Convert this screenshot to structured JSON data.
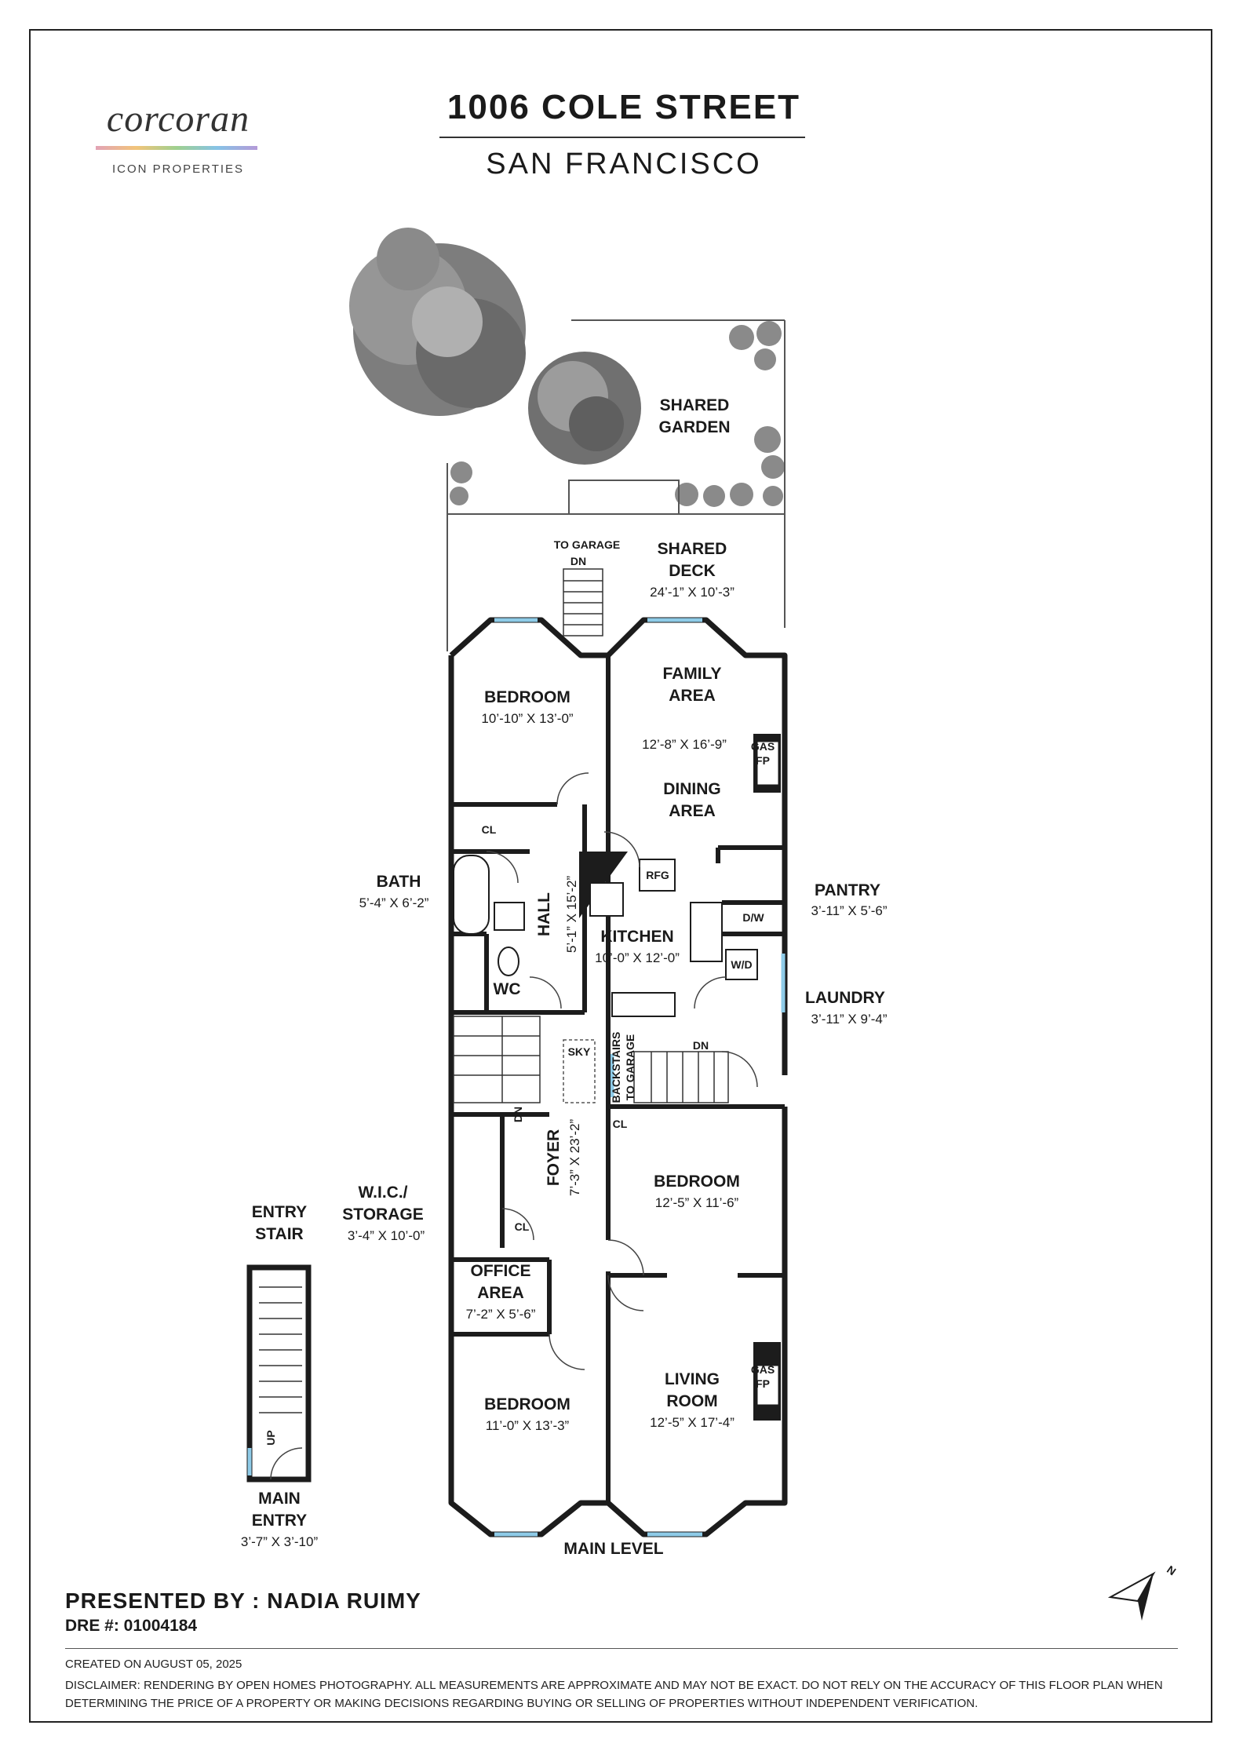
{
  "brand": {
    "name": "corcoran",
    "subtitle": "ICON PROPERTIES"
  },
  "header": {
    "address": "1006 COLE STREET",
    "city": "SAN FRANCISCO"
  },
  "rooms": {
    "shared_garden": {
      "line1": "SHARED",
      "line2": "GARDEN"
    },
    "shared_deck": {
      "line1": "SHARED",
      "line2": "DECK",
      "dims": "24’-1” X 10’-3”"
    },
    "to_garage": "TO GARAGE",
    "dn": "DN",
    "up": "UP",
    "bedroom_back": {
      "name": "BEDROOM",
      "dims": "10’-10” X 13’-0”"
    },
    "family_area": {
      "line1": "FAMILY",
      "line2": "AREA",
      "dims": "12’-8” X 16’-9”"
    },
    "dining_area": {
      "line1": "DINING",
      "line2": "AREA"
    },
    "gas_fp": {
      "line1": "GAS",
      "line2": "FP"
    },
    "cl": "CL",
    "bath": {
      "name": "BATH",
      "dims": "5’-4” X 6’-2”"
    },
    "hall": {
      "name": "HALL",
      "dims": "5’-1” X 15’-2”"
    },
    "rfg": "RFG",
    "kitchen": {
      "name": "KITCHEN",
      "dims": "10’-0” X 12’-0”"
    },
    "pantry": {
      "name": "PANTRY",
      "dims": "3’-11” X 5’-6”"
    },
    "dw": "D/W",
    "wd": "W/D",
    "wc": "WC",
    "laundry": {
      "name": "LAUNDRY",
      "dims": "3’-11” X 9’-4”"
    },
    "sky": "SKY",
    "backstairs": {
      "line1": "BACKSTAIRS",
      "line2": "TO GARAGE"
    },
    "wic": {
      "line1": "W.I.C./",
      "line2": "STORAGE",
      "dims": "3’-4” X 10’-0”"
    },
    "foyer": {
      "name": "FOYER",
      "dims": "7’-3” X 23’-2”"
    },
    "bedroom_mid": {
      "name": "BEDROOM",
      "dims": "12’-5” X 11’-6”"
    },
    "office": {
      "line1": "OFFICE",
      "line2": "AREA",
      "dims": "7’-2” X 5’-6”"
    },
    "bedroom_front": {
      "name": "BEDROOM",
      "dims": "11’-0” X 13’-3”"
    },
    "living": {
      "line1": "LIVING",
      "line2": "ROOM",
      "dims": "12’-5” X 17’-4”"
    },
    "entry_stair": {
      "line1": "ENTRY",
      "line2": "STAIR"
    },
    "main_entry": {
      "line1": "MAIN",
      "line2": "ENTRY",
      "dims": "3’-7” X 3’-10”"
    },
    "level": "MAIN LEVEL"
  },
  "compass": {
    "letter": "N"
  },
  "footer": {
    "presenter": "PRESENTED BY : NADIA RUIMY",
    "dre": "DRE #: 01004184",
    "created": "CREATED ON AUGUST 05, 2025",
    "disclaimer": "DISCLAIMER: RENDERING BY OPEN HOMES PHOTOGRAPHY. ALL MEASUREMENTS ARE APPROXIMATE AND MAY NOT BE EXACT. DO NOT RELY ON THE ACCURACY OF THIS FLOOR PLAN WHEN DETERMINING THE PRICE OF A PROPERTY OR MAKING DECISIONS REGARDING BUYING OR SELLING OF PROPERTIES WITHOUT INDEPENDENT VERIFICATION."
  },
  "colors": {
    "wall": "#1c1c1c",
    "window": "#8ecbe8",
    "foliage_dark": "#5a5a5a",
    "foliage_light": "#9a9a9a"
  }
}
